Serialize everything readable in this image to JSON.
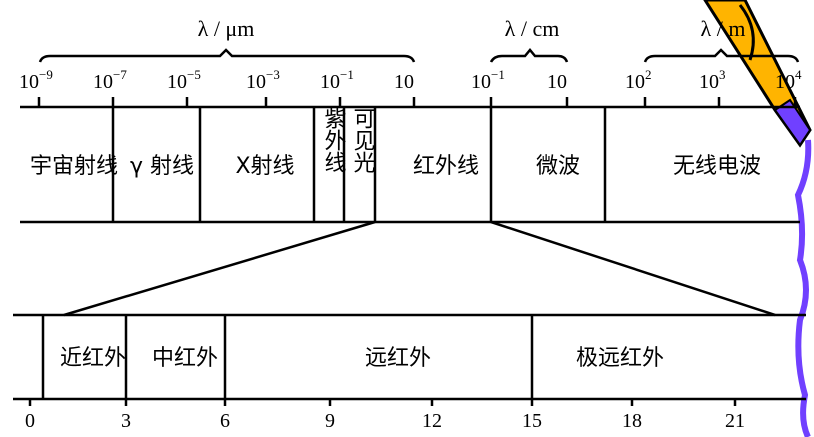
{
  "top_axis": {
    "units": [
      {
        "label": "λ / μm"
      },
      {
        "label": "λ / cm"
      },
      {
        "label": "λ / m"
      }
    ],
    "ticks": [
      {
        "base": "10",
        "exp": "−9"
      },
      {
        "base": "10",
        "exp": "−7"
      },
      {
        "base": "10",
        "exp": "−5"
      },
      {
        "base": "10",
        "exp": "−3"
      },
      {
        "base": "10",
        "exp": "−1"
      },
      {
        "base": "10",
        "exp": ""
      },
      {
        "base": "10",
        "exp": "−1"
      },
      {
        "base": "10",
        "exp": ""
      },
      {
        "base": "10",
        "exp": "2"
      },
      {
        "base": "10",
        "exp": "3"
      },
      {
        "base": "10",
        "exp": "4"
      }
    ]
  },
  "spectrum_bands": [
    {
      "label": "宇宙射线"
    },
    {
      "label": "γ 射线"
    },
    {
      "label": "X射线"
    },
    {
      "label": "紫外线"
    },
    {
      "label": "可见光"
    },
    {
      "label": "红外线"
    },
    {
      "label": "微波"
    },
    {
      "label": "无线电波"
    }
  ],
  "infrared_bands": [
    {
      "label": "近红外"
    },
    {
      "label": "中红外"
    },
    {
      "label": "远红外"
    },
    {
      "label": "极远红外"
    }
  ],
  "bottom_axis": {
    "ticks": [
      "0",
      "3",
      "6",
      "9",
      "12",
      "15",
      "18",
      "21"
    ]
  },
  "colors": {
    "pencil": "#FFB400",
    "accent": "#7040FF"
  }
}
